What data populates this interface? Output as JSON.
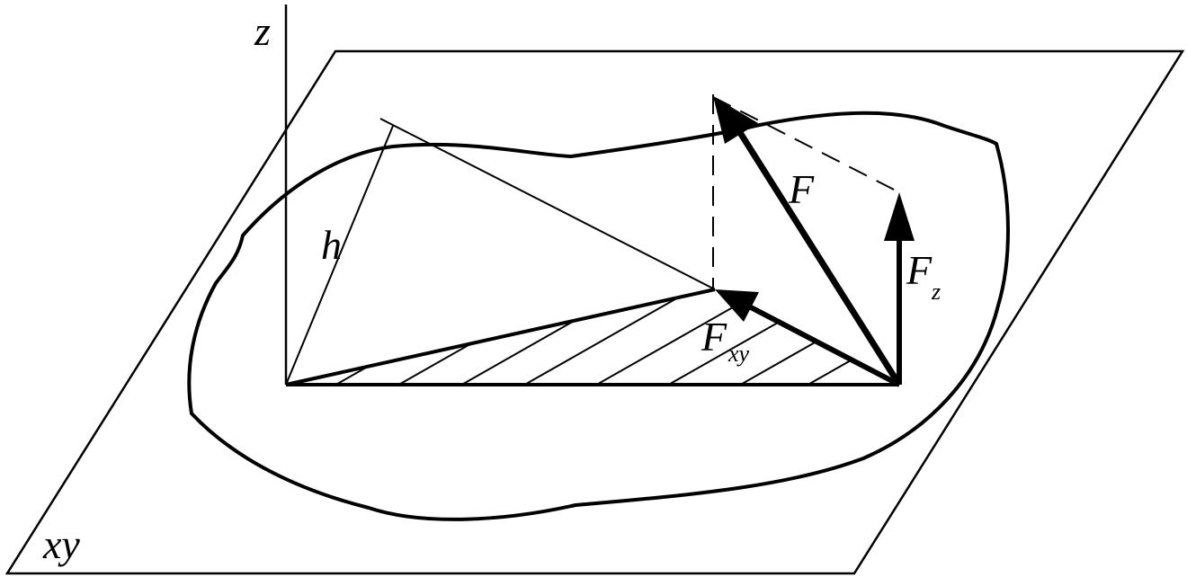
{
  "labels": {
    "z_axis": "z",
    "plane": "xy",
    "h": "h",
    "F": "F",
    "Fz_main": "F",
    "Fz_sub": "z",
    "Fxy_main": "F",
    "Fxy_sub": "xy"
  },
  "colors": {
    "ink": "#000000",
    "background": "#ffffff"
  }
}
